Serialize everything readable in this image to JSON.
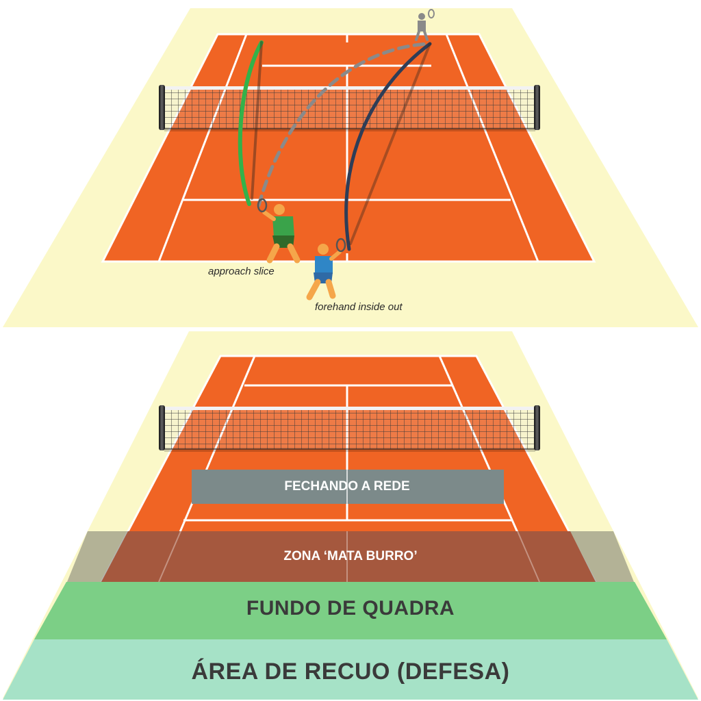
{
  "top_diagram": {
    "shot_labels": {
      "approach": "approach slice",
      "forehand": "forehand inside out"
    }
  },
  "zones": {
    "closing_net": "FECHANDO A REDE",
    "mata_burro": "ZONA ‘MATA BURRO’",
    "baseline": "FUNDO DE QUADRA",
    "retreat": "ÁREA DE RECUO (DEFESA)"
  },
  "colors": {
    "court": "#f06424",
    "surround": "#fbf8c8",
    "court_lines": "#ffffff",
    "trajectory_green": "#33b24a",
    "trajectory_navy": "#2e3d57",
    "trajectory_gray": "#8a8a8a",
    "closing_net_zone": "#7c8a8a",
    "mata_burro_zone": "#a5583e",
    "baseline_zone": "#7ccf86",
    "retreat_zone": "#a6e2c7"
  }
}
